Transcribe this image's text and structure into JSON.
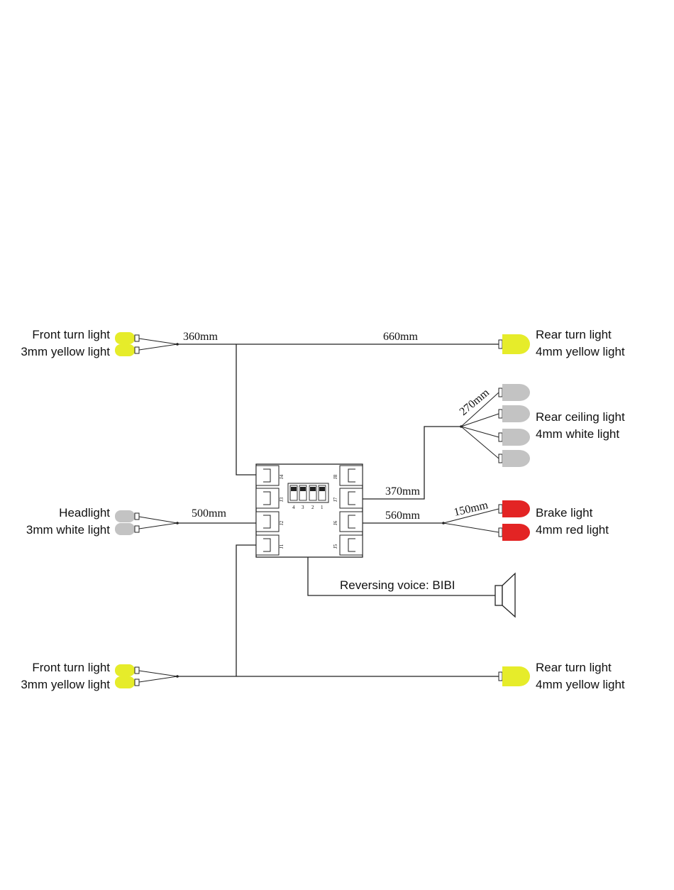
{
  "colors": {
    "yellow_led": "#e6ec2a",
    "white_led": "#c3c3c3",
    "red_led": "#e32424",
    "wire": "#222222"
  },
  "labels": {
    "front_turn_top": {
      "line1": "Front turn light",
      "line2": "3mm yellow light"
    },
    "rear_turn_top": {
      "line1": "Rear turn light",
      "line2": "4mm yellow light"
    },
    "rear_ceiling": {
      "line1": "Rear ceiling light",
      "line2": "4mm white light"
    },
    "headlight": {
      "line1": "Headlight",
      "line2": "3mm white light"
    },
    "brake": {
      "line1": "Brake light",
      "line2": "4mm red light"
    },
    "reversing_voice": "Reversing voice: BIBI",
    "front_turn_bottom": {
      "line1": "Front turn light",
      "line2": "3mm yellow light"
    },
    "rear_turn_bottom": {
      "line1": "Rear turn light",
      "line2": "4mm yellow light"
    }
  },
  "dimensions": {
    "front_turn_top": "360mm",
    "rear_turn_top": "660mm",
    "rear_ceiling_branch": "270mm",
    "rear_ceiling_trunk": "370mm",
    "headlight": "500mm",
    "brake_trunk": "560mm",
    "brake_branch": "150mm"
  },
  "controller": {
    "left_ports": [
      "J4",
      "J3",
      "J2",
      "J1"
    ],
    "right_ports": [
      "J8",
      "J7",
      "J6",
      "J5"
    ],
    "dip_numbers": [
      "4",
      "3",
      "2",
      "1"
    ]
  }
}
